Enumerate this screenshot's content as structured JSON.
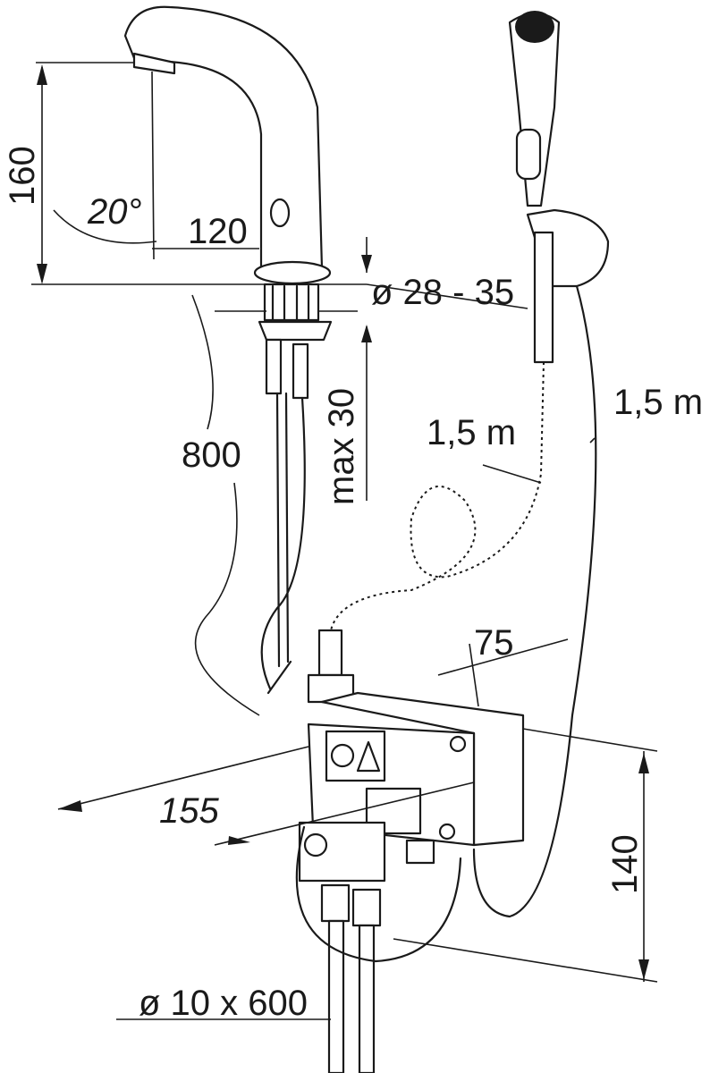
{
  "dimensions": {
    "spout_height": "160",
    "spray_angle": "20°",
    "spout_reach": "120",
    "hole_diameter": "ø 28 - 35",
    "hose_length_mixer": "800",
    "max_deck_thickness": "max 30",
    "hand_shower_cable": "1,5 m",
    "hand_shower_hose": "1,5 m",
    "box_depth": "75",
    "box_width": "155",
    "box_height": "140",
    "supply_pipes": "ø 10 x 600"
  }
}
